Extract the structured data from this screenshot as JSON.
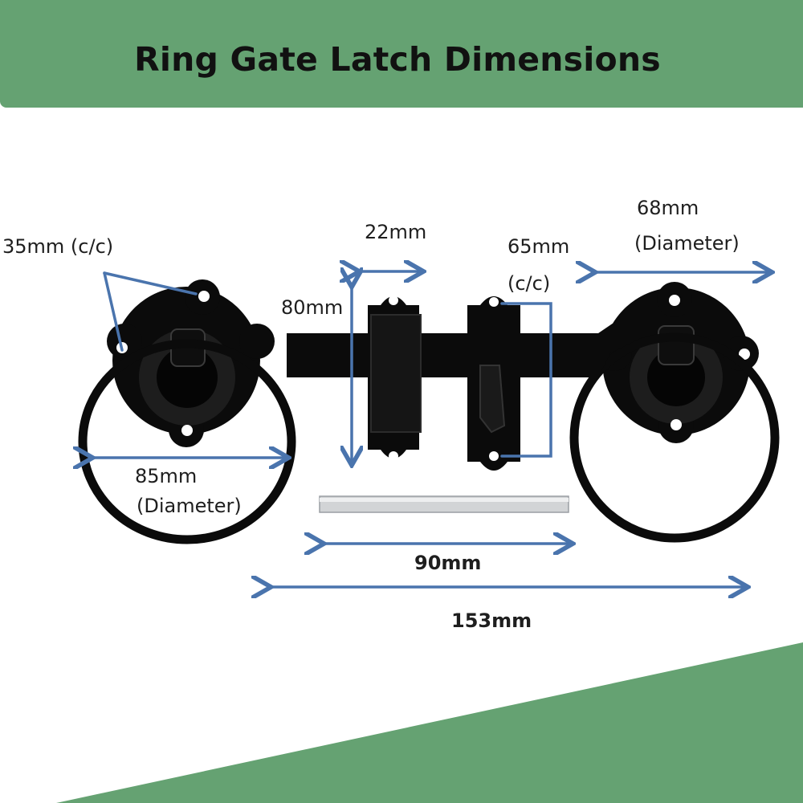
{
  "title": "Ring Gate Latch Dimensions",
  "colors": {
    "header": "#65a272",
    "wedge": "#65a272",
    "arrow": "#4a74ad",
    "hardware": "#0b0b0b",
    "spindle": "#d2d4d6"
  },
  "dimensions": {
    "ring_plate_hole_spacing": "35mm (c/c)",
    "ring_left_diameter_value": "85mm",
    "ring_left_diameter_note": "(Diameter)",
    "ring_right_diameter_value": "68mm",
    "ring_right_diameter_note": "(Diameter)",
    "keep_width": "22mm",
    "keep_height": "80mm",
    "catch_hole_spacing_value": "65mm",
    "catch_hole_spacing_note": "(c/c)",
    "spindle_length": "90mm",
    "bar_length": "153mm"
  }
}
